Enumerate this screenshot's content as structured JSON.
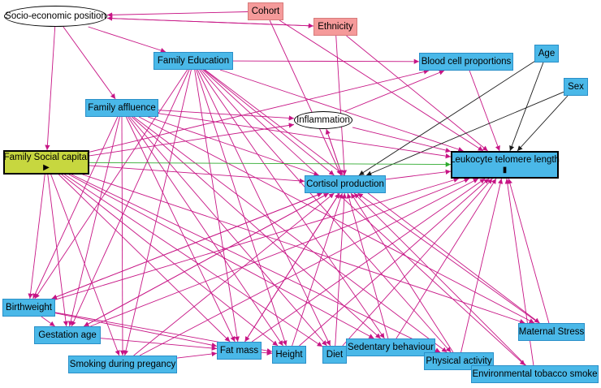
{
  "colors": {
    "exposure": "#c7d73f",
    "outcome": "#4ab8e8",
    "ancestor": "#4ab8e8",
    "unobserved": "#f59a9a",
    "latent": "#ffffff",
    "edge_causal": "#c71585",
    "edge_plain": "#1a1a1a",
    "edge_direct": "#2eaa2e"
  },
  "nodes": [
    {
      "id": "ses",
      "label": "Socio-economic position",
      "shape": "ellipse",
      "role": "latent"
    },
    {
      "id": "cohort",
      "label": "Cohort",
      "shape": "rect",
      "role": "unobserved"
    },
    {
      "id": "ethnicity",
      "label": "Ethnicity",
      "shape": "rect",
      "role": "unobserved"
    },
    {
      "id": "famedu",
      "label": "Family Education",
      "shape": "rect",
      "role": "ancestor"
    },
    {
      "id": "bloodcell",
      "label": "Blood cell proportions",
      "shape": "rect",
      "role": "ancestor"
    },
    {
      "id": "age",
      "label": "Age",
      "shape": "rect",
      "role": "ancestor"
    },
    {
      "id": "sex",
      "label": "Sex",
      "shape": "rect",
      "role": "ancestor"
    },
    {
      "id": "famaff",
      "label": "Family affluence",
      "shape": "rect",
      "role": "ancestor"
    },
    {
      "id": "inflam",
      "label": "Inflammation",
      "shape": "ellipse",
      "role": "latent"
    },
    {
      "id": "famsoc",
      "label": "Family Social capital",
      "shape": "rect",
      "role": "exposure",
      "marker": "▶"
    },
    {
      "id": "ltl",
      "label": "Leukocyte telomere length",
      "shape": "rect",
      "role": "outcome",
      "marker": "▮"
    },
    {
      "id": "cortisol",
      "label": "Cortisol production",
      "shape": "rect",
      "role": "ancestor"
    },
    {
      "id": "birthweight",
      "label": "Birthweight",
      "shape": "rect",
      "role": "ancestor"
    },
    {
      "id": "gestage",
      "label": "Gestation age",
      "shape": "rect",
      "role": "ancestor"
    },
    {
      "id": "smoking",
      "label": "Smoking during pregancy",
      "shape": "rect",
      "role": "ancestor"
    },
    {
      "id": "fatmass",
      "label": "Fat mass",
      "shape": "rect",
      "role": "ancestor"
    },
    {
      "id": "height",
      "label": "Height",
      "shape": "rect",
      "role": "ancestor"
    },
    {
      "id": "diet",
      "label": "Diet",
      "shape": "rect",
      "role": "ancestor"
    },
    {
      "id": "sedentary",
      "label": "Sedentary behaviour",
      "shape": "rect",
      "role": "ancestor"
    },
    {
      "id": "physact",
      "label": "Physical activity",
      "shape": "rect",
      "role": "ancestor"
    },
    {
      "id": "maternal",
      "label": "Maternal Stress",
      "shape": "rect",
      "role": "ancestor"
    },
    {
      "id": "envsmoke",
      "label": "Environmental tobacco smoke",
      "shape": "rect",
      "role": "ancestor"
    }
  ],
  "edges": [
    [
      "cohort",
      "ses",
      "causal"
    ],
    [
      "ethnicity",
      "ses",
      "causal"
    ],
    [
      "ses",
      "famedu",
      "causal"
    ],
    [
      "ses",
      "famaff",
      "causal"
    ],
    [
      "ses",
      "famsoc",
      "causal"
    ],
    [
      "ses",
      "ethnicity",
      "causal"
    ],
    [
      "cohort",
      "ltl",
      "causal"
    ],
    [
      "cohort",
      "cortisol",
      "causal"
    ],
    [
      "ethnicity",
      "cortisol",
      "causal"
    ],
    [
      "ethnicity",
      "ltl",
      "causal"
    ],
    [
      "famedu",
      "bloodcell",
      "causal"
    ],
    [
      "famedu",
      "ltl",
      "causal"
    ],
    [
      "famedu",
      "cortisol",
      "causal"
    ],
    [
      "famedu",
      "birthweight",
      "causal"
    ],
    [
      "famedu",
      "gestage",
      "causal"
    ],
    [
      "famedu",
      "smoking",
      "causal"
    ],
    [
      "famedu",
      "fatmass",
      "causal"
    ],
    [
      "famedu",
      "height",
      "causal"
    ],
    [
      "famedu",
      "diet",
      "causal"
    ],
    [
      "famedu",
      "sedentary",
      "causal"
    ],
    [
      "famedu",
      "physact",
      "causal"
    ],
    [
      "famedu",
      "maternal",
      "causal"
    ],
    [
      "famedu",
      "envsmoke",
      "causal"
    ],
    [
      "bloodcell",
      "ltl",
      "causal"
    ],
    [
      "age",
      "ltl",
      "plain"
    ],
    [
      "age",
      "cortisol",
      "plain"
    ],
    [
      "sex",
      "ltl",
      "plain"
    ],
    [
      "sex",
      "cortisol",
      "plain"
    ],
    [
      "famaff",
      "inflam",
      "causal"
    ],
    [
      "famaff",
      "ltl",
      "causal"
    ],
    [
      "famaff",
      "cortisol",
      "causal"
    ],
    [
      "famaff",
      "birthweight",
      "causal"
    ],
    [
      "famaff",
      "gestage",
      "causal"
    ],
    [
      "famaff",
      "smoking",
      "causal"
    ],
    [
      "famaff",
      "fatmass",
      "causal"
    ],
    [
      "famaff",
      "height",
      "causal"
    ],
    [
      "famaff",
      "diet",
      "causal"
    ],
    [
      "famaff",
      "sedentary",
      "causal"
    ],
    [
      "famaff",
      "physact",
      "causal"
    ],
    [
      "famaff",
      "maternal",
      "causal"
    ],
    [
      "inflam",
      "ltl",
      "causal"
    ],
    [
      "inflam",
      "cortisol",
      "causal"
    ],
    [
      "inflam",
      "bloodcell",
      "causal"
    ],
    [
      "cortisol",
      "inflam",
      "causal"
    ],
    [
      "famsoc",
      "ltl",
      "direct"
    ],
    [
      "famsoc",
      "inflam",
      "causal"
    ],
    [
      "famsoc",
      "cortisol",
      "causal"
    ],
    [
      "famsoc",
      "bloodcell",
      "causal"
    ],
    [
      "famsoc",
      "birthweight",
      "causal"
    ],
    [
      "famsoc",
      "gestage",
      "causal"
    ],
    [
      "famsoc",
      "smoking",
      "causal"
    ],
    [
      "famsoc",
      "fatmass",
      "causal"
    ],
    [
      "famsoc",
      "height",
      "causal"
    ],
    [
      "famsoc",
      "diet",
      "causal"
    ],
    [
      "famsoc",
      "sedentary",
      "causal"
    ],
    [
      "famsoc",
      "physact",
      "causal"
    ],
    [
      "famsoc",
      "maternal",
      "causal"
    ],
    [
      "cortisol",
      "ltl",
      "causal"
    ],
    [
      "birthweight",
      "gestage",
      "causal"
    ],
    [
      "birthweight",
      "fatmass",
      "causal"
    ],
    [
      "birthweight",
      "height",
      "causal"
    ],
    [
      "birthweight",
      "cortisol",
      "causal"
    ],
    [
      "birthweight",
      "ltl",
      "causal"
    ],
    [
      "gestage",
      "fatmass",
      "causal"
    ],
    [
      "gestage",
      "cortisol",
      "causal"
    ],
    [
      "gestage",
      "ltl",
      "causal"
    ],
    [
      "smoking",
      "fatmass",
      "causal"
    ],
    [
      "smoking",
      "cortisol",
      "causal"
    ],
    [
      "smoking",
      "ltl",
      "causal"
    ],
    [
      "fatmass",
      "height",
      "causal"
    ],
    [
      "fatmass",
      "cortisol",
      "causal"
    ],
    [
      "fatmass",
      "ltl",
      "causal"
    ],
    [
      "height",
      "cortisol",
      "causal"
    ],
    [
      "height",
      "ltl",
      "causal"
    ],
    [
      "diet",
      "cortisol",
      "causal"
    ],
    [
      "diet",
      "ltl",
      "causal"
    ],
    [
      "sedentary",
      "cortisol",
      "causal"
    ],
    [
      "sedentary",
      "ltl",
      "causal"
    ],
    [
      "physact",
      "cortisol",
      "causal"
    ],
    [
      "physact",
      "ltl",
      "causal"
    ],
    [
      "maternal",
      "cortisol",
      "causal"
    ],
    [
      "maternal",
      "ltl",
      "causal"
    ],
    [
      "envsmoke",
      "cortisol",
      "causal"
    ],
    [
      "envsmoke",
      "ltl",
      "causal"
    ],
    [
      "cortisol",
      "birthweight",
      "causal"
    ],
    [
      "cortisol",
      "gestage",
      "causal"
    ],
    [
      "cortisol",
      "fatmass",
      "causal"
    ]
  ]
}
